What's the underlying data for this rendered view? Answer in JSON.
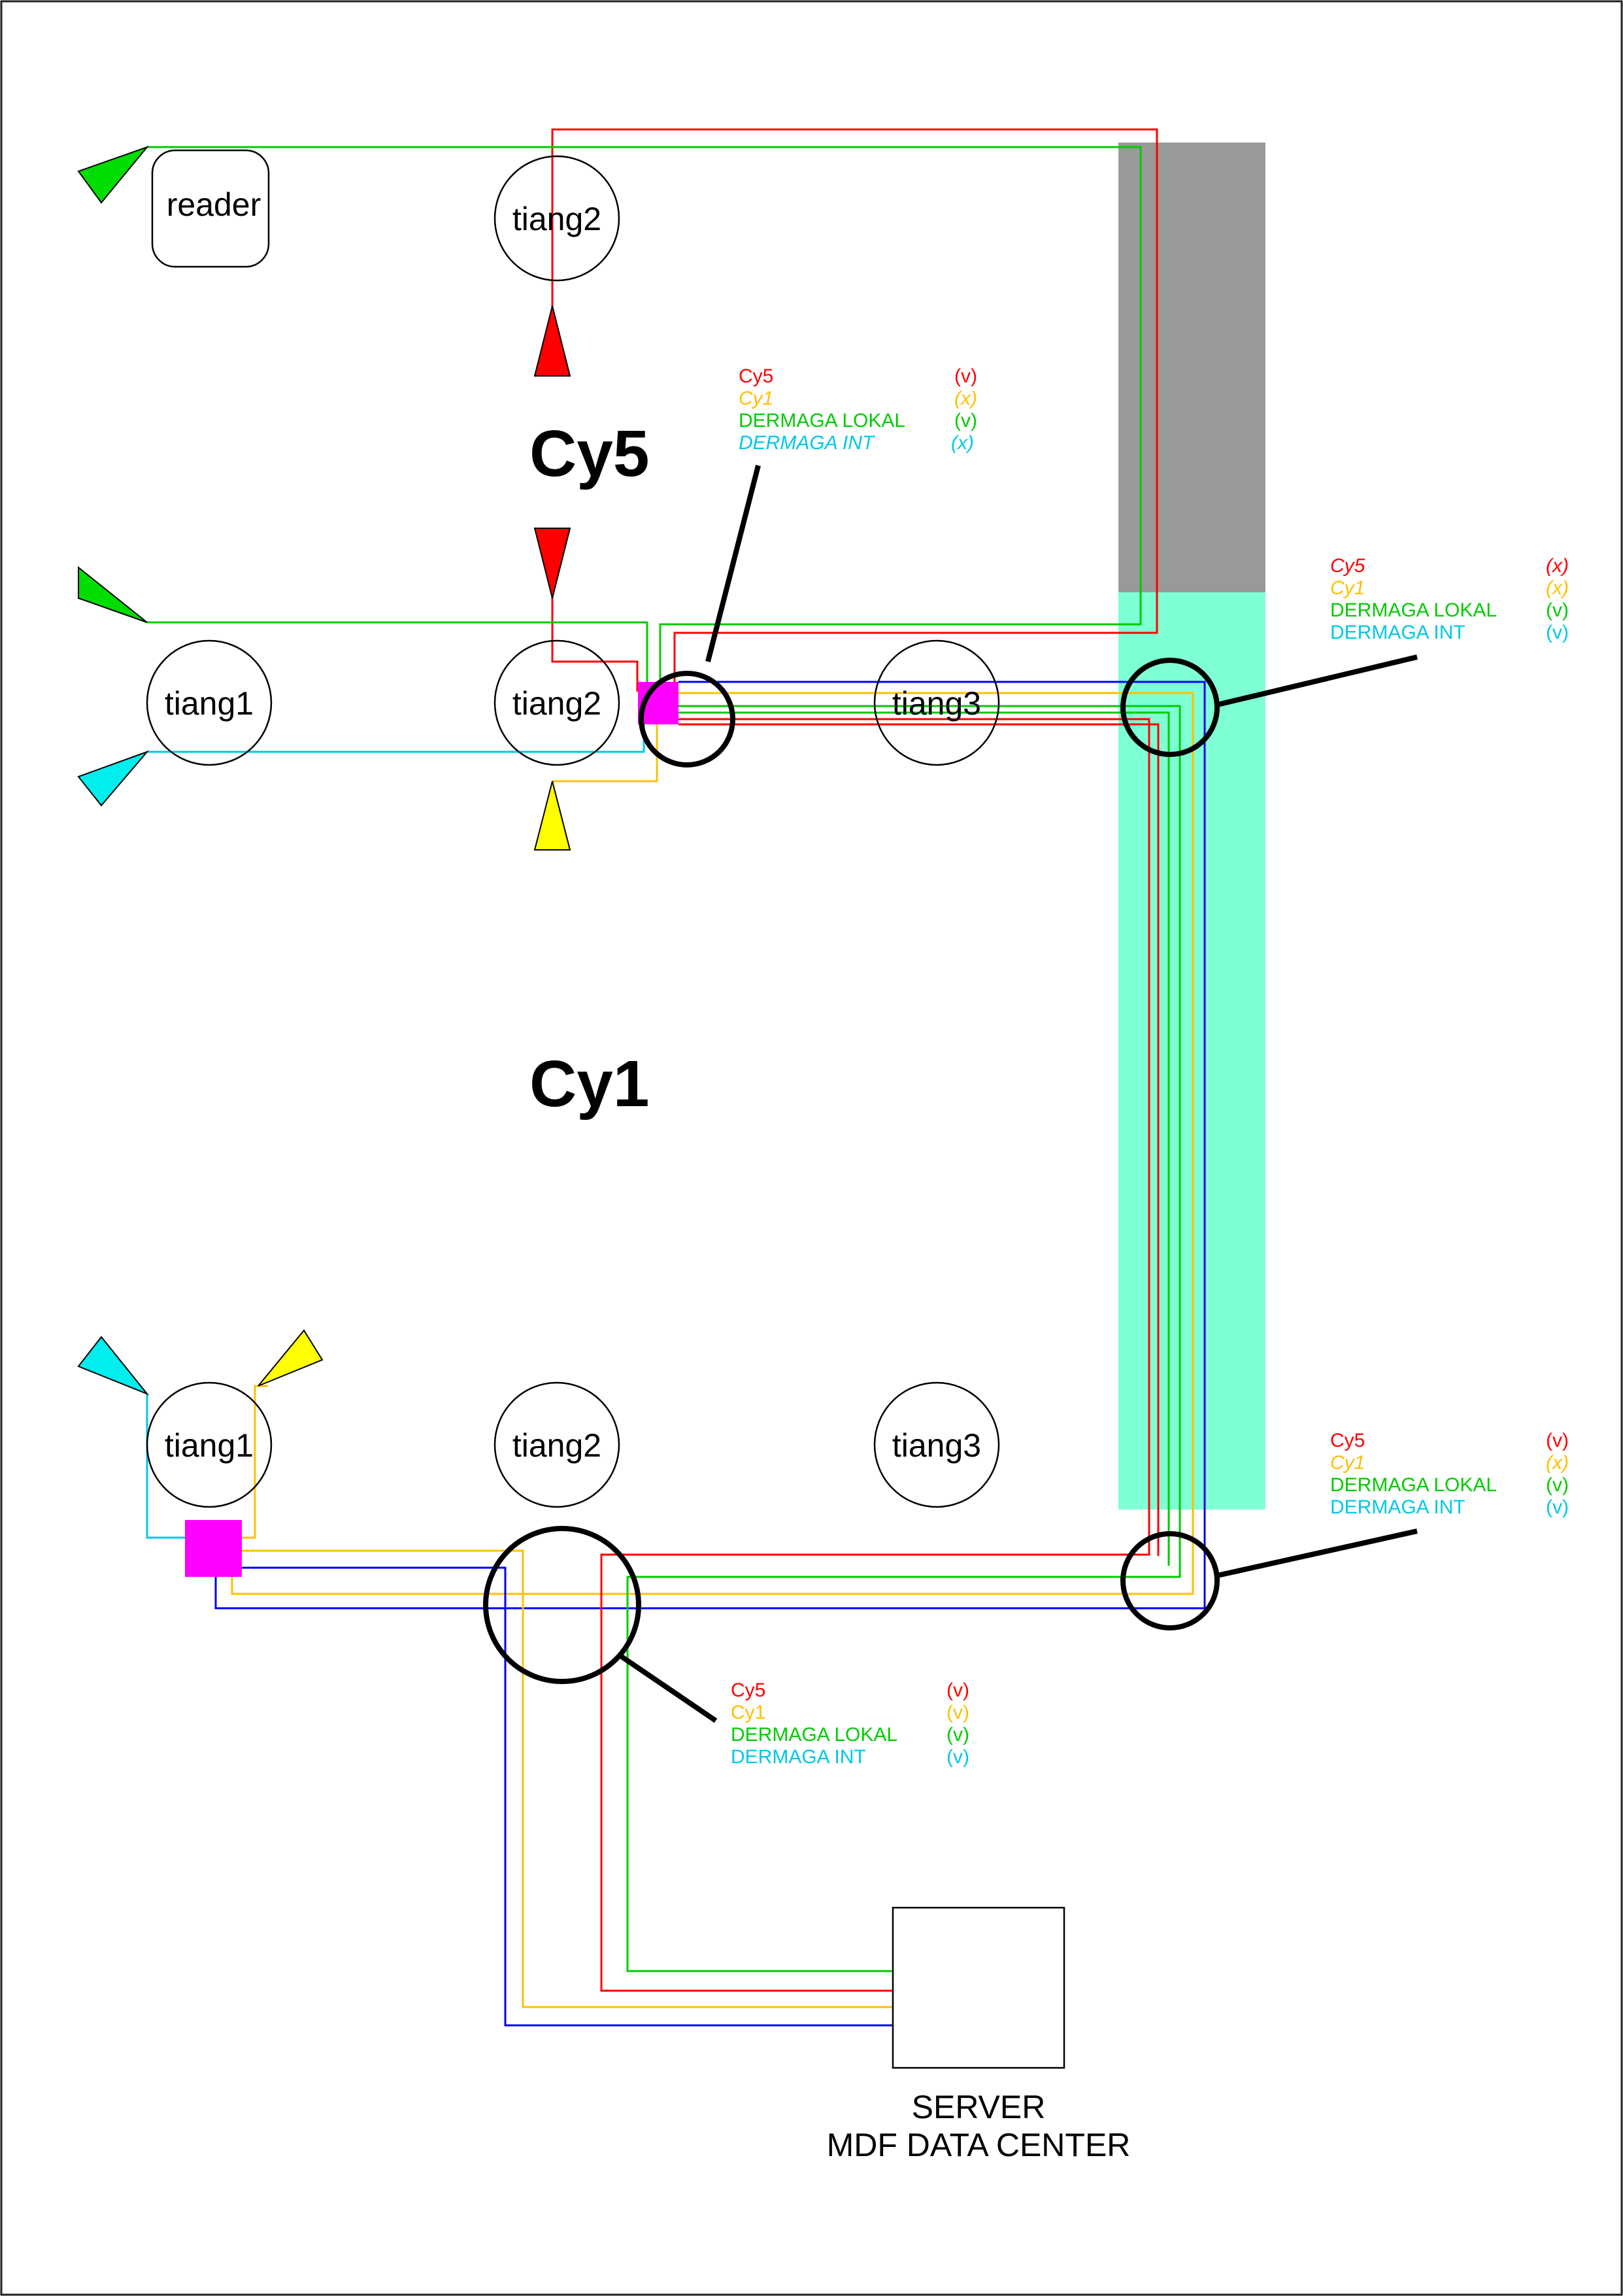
{
  "areas": {
    "cy5": "Cy5",
    "cy1": "Cy1"
  },
  "nodes": {
    "reader": "reader",
    "top_tiang2": "tiang2",
    "mid_tiang1": "tiang1",
    "mid_tiang2": "tiang2",
    "mid_tiang3": "tiang3",
    "bot_tiang1": "tiang1",
    "bot_tiang2": "tiang2",
    "bot_tiang3": "tiang3"
  },
  "server": {
    "line1": "SERVER",
    "line2": "MDF DATA CENTER"
  },
  "colors": {
    "cy5": "#ff0000",
    "cy1": "#ffc000",
    "dermaga_lokal": "#00cc00",
    "dermaga_int": "#00c8e6",
    "trunk_blue": "#0000ff",
    "switch": "#ff00ff",
    "gray_zone": "#999999",
    "green_zone": "#7fffd4",
    "antenna_green": "#00dd00",
    "antenna_cyan": "#00eeee",
    "antenna_red": "#ff0000",
    "antenna_yellow": "#ffff00"
  },
  "legends": {
    "top_mid": {
      "rows": [
        {
          "label": "Cy5",
          "status": "(v)"
        },
        {
          "label": "Cy1",
          "status": "(x)"
        },
        {
          "label": "DERMAGA LOKAL",
          "status": "(v)"
        },
        {
          "label": "DERMAGA INT",
          "status": "(x)"
        }
      ]
    },
    "right_top": {
      "rows": [
        {
          "label": "Cy5",
          "status": "(x)"
        },
        {
          "label": "Cy1",
          "status": "(x)"
        },
        {
          "label": "DERMAGA LOKAL",
          "status": "(v)"
        },
        {
          "label": "DERMAGA INT",
          "status": "(v)"
        }
      ]
    },
    "right_bottom": {
      "rows": [
        {
          "label": "Cy5",
          "status": "(v)"
        },
        {
          "label": "Cy1",
          "status": "(x)"
        },
        {
          "label": "DERMAGA LOKAL",
          "status": "(v)"
        },
        {
          "label": "DERMAGA INT",
          "status": "(v)"
        }
      ]
    },
    "bottom_mid": {
      "rows": [
        {
          "label": "Cy5",
          "status": "(v)"
        },
        {
          "label": "Cy1",
          "status": "(v)"
        },
        {
          "label": "DERMAGA LOKAL",
          "status": "(v)"
        },
        {
          "label": "DERMAGA INT",
          "status": "(v)"
        }
      ]
    }
  }
}
